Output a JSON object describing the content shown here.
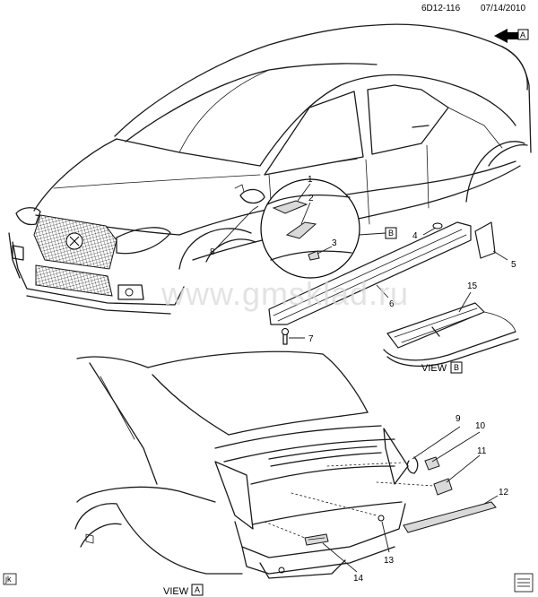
{
  "header": {
    "ref": "6D12-116",
    "date": "07/14/2010"
  },
  "watermark": "www.gmsklad.ru",
  "callouts": [
    "1",
    "2",
    "3",
    "4",
    "5",
    "6",
    "7",
    "8",
    "9",
    "10",
    "11",
    "12",
    "13",
    "14",
    "15"
  ],
  "views": {
    "a": {
      "word": "VIEW",
      "letter": "A"
    },
    "b": {
      "word": "VIEW",
      "letter": "B"
    }
  },
  "arrow_label": "A",
  "detail_ref": "B",
  "corner_tag": "jk",
  "colors": {
    "line": "#1a1a1a",
    "watermark": "#d8d8d8",
    "background": "#ffffff"
  }
}
